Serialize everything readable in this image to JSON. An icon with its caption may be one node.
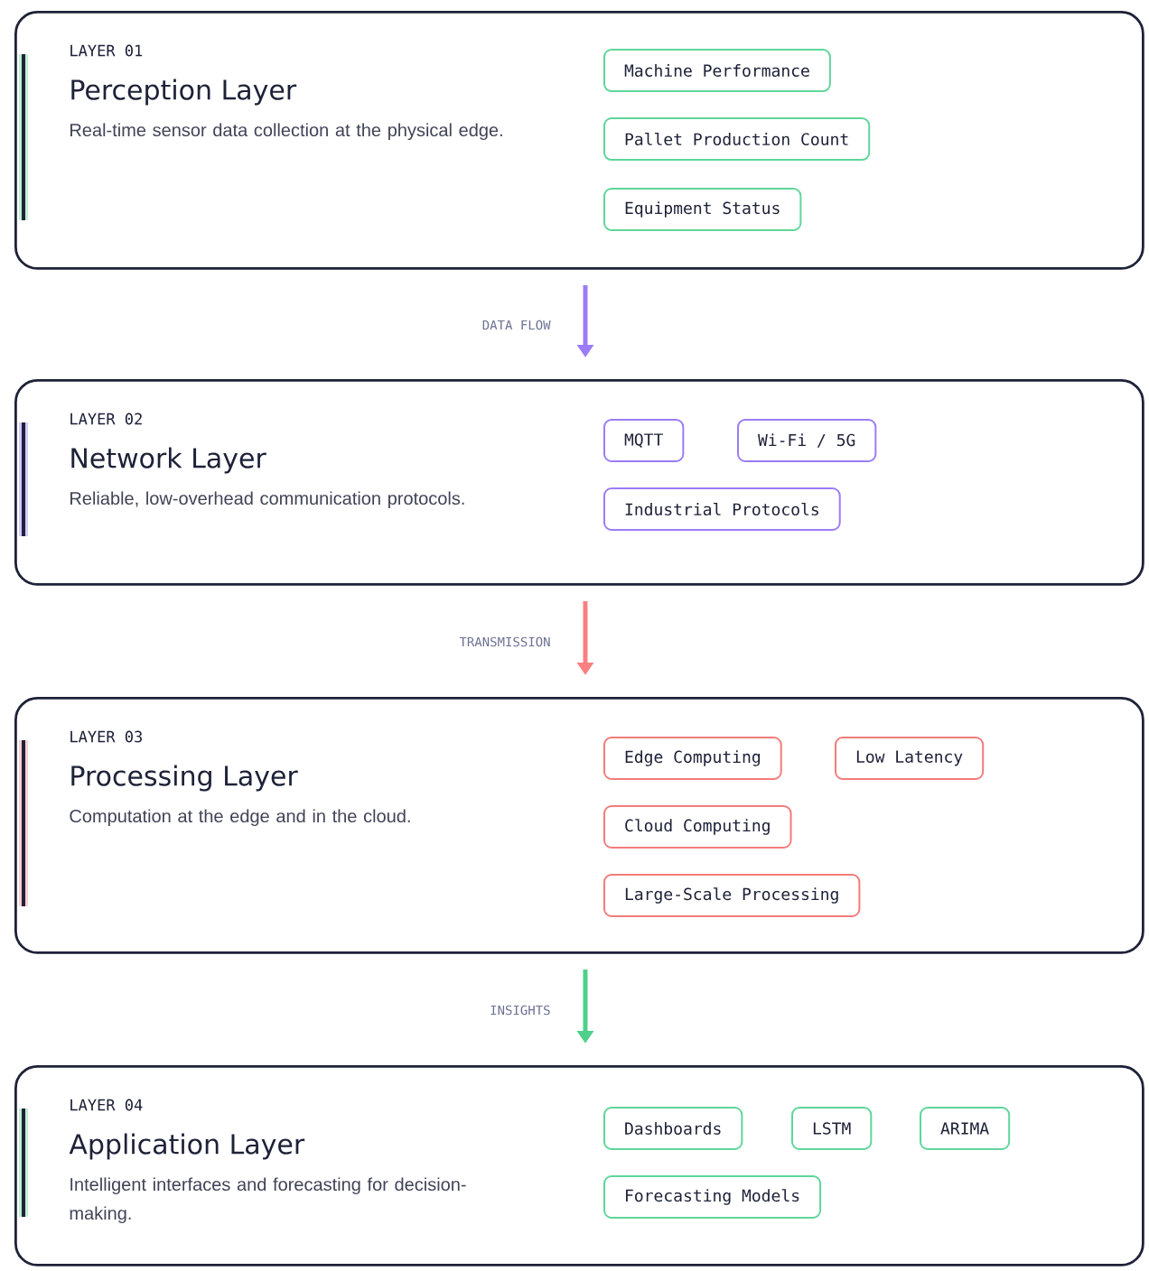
{
  "diagram": {
    "nodes": [
      {
        "text": [
          "LAYER 01",
          "Perception Layer",
          "Real-time sensor data collection at the physical edge."
        ]
      },
      {
        "text": [
          "Machine Performance"
        ],
        "in": 0
      },
      {
        "text": [
          "Pallet Production Count"
        ],
        "in": 0
      },
      {
        "text": [
          "Equipment Status"
        ],
        "in": 0
      },
      {
        "text": [
          "LAYER 02",
          "Network Layer",
          "Reliable, low-overhead communication protocols."
        ]
      },
      {
        "text": [
          "MQTT"
        ],
        "in": 4
      },
      {
        "text": [
          "Wi-Fi / 5G"
        ],
        "in": 4
      },
      {
        "text": [
          "Industrial Protocols"
        ],
        "in": 4
      },
      {
        "text": [
          "LAYER 03",
          "Processing Layer",
          "Computation at the edge and in the cloud."
        ]
      },
      {
        "text": [
          "Edge Computing"
        ],
        "in": 8
      },
      {
        "text": [
          "Low Latency"
        ],
        "in": 8
      },
      {
        "text": [
          "Cloud Computing"
        ],
        "in": 8
      },
      {
        "text": [
          "Large-Scale Processing"
        ],
        "in": 8
      },
      {
        "text": [
          "LAYER 04",
          "Application Layer",
          "Intelligent interfaces and forecasting for decision-making."
        ]
      },
      {
        "text": [
          "Dashboards"
        ],
        "in": 13
      },
      {
        "text": [
          "LSTM"
        ],
        "in": 13
      },
      {
        "text": [
          "ARIMA"
        ],
        "in": 13
      },
      {
        "text": [
          "Forecasting Models"
        ],
        "in": 13
      }
    ],
    "edges": [
      {
        "from": 0,
        "to": 4,
        "arrow": "to",
        "label": "DATA FLOW",
        "color": "#9b7cf7"
      },
      {
        "from": 4,
        "to": 8,
        "arrow": "to",
        "label": "TRANSMISSION",
        "color": "#f98080"
      },
      {
        "from": 8,
        "to": 13,
        "arrow": "to",
        "label": "INSIGHTS",
        "color": "#4fd08a"
      }
    ]
  }
}
